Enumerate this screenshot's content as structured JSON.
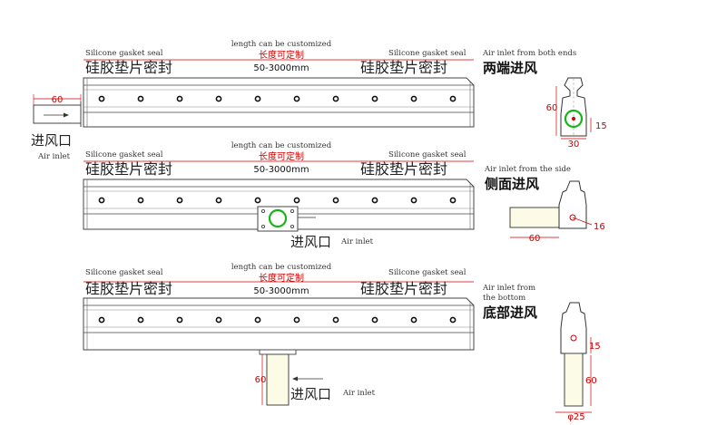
{
  "rows": [
    {
      "length_en": "length can be customized",
      "length_cn": "长度可定制",
      "range": "50-3000mm",
      "gasket_en_left": "Silicone gasket seal",
      "gasket_en_right": "Silicone gasket seal",
      "gasket_cn_left": "硅胶垫片密封",
      "gasket_cn_right": "硅胶垫片密封",
      "side_en": "Air inlet from both ends",
      "side_cn": "两端进风",
      "inlet_cn": "进风口",
      "inlet_en": "Air inlet",
      "dim_inlet": "60",
      "dim_h": "60",
      "dim_w": "30",
      "dim_s": "15"
    },
    {
      "length_en": "length can be customized",
      "length_cn": "长度可定制",
      "range": "50-3000mm",
      "gasket_en_left": "Silicone gasket seal",
      "gasket_en_right": "Silicone gasket seal",
      "gasket_cn_left": "硅胶垫片密封",
      "gasket_cn_right": "硅胶垫片密封",
      "side_en": "Air inlet from the side",
      "side_cn": "侧面进风",
      "inlet_cn": "进风口",
      "inlet_en": "Air inlet",
      "dim_w": "60",
      "dim_s": "16"
    },
    {
      "length_en": "length can be customized",
      "length_cn": "长度可定制",
      "range": "50-3000mm",
      "gasket_en_left": "Silicone gasket seal",
      "gasket_en_right": "Silicone gasket seal",
      "gasket_cn_left": "硅胶垫片密封",
      "gasket_cn_right": "硅胶垫片密封",
      "side_en_1": "Air inlet from",
      "side_en_2": "the bottom",
      "side_cn": "底部进风",
      "inlet_cn": "进风口",
      "inlet_en": "Air inlet",
      "dim_h": "60",
      "dim_s": "15",
      "dim_h2": "60",
      "dim_d": "φ25"
    }
  ]
}
